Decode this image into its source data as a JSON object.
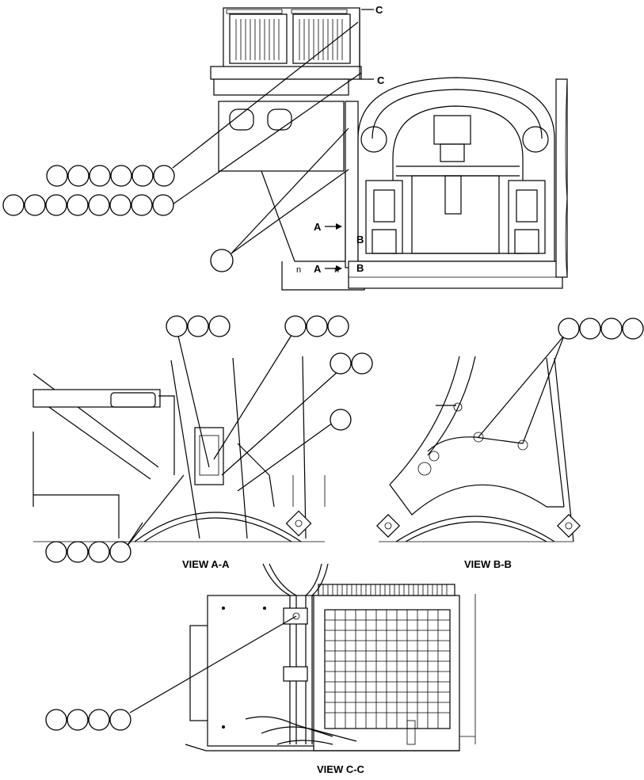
{
  "section_markers": {
    "c_top": "C",
    "c_mid": "C",
    "a_upper": "A",
    "a_lower": "A",
    "b_upper": "B",
    "b_lower": "B"
  },
  "view_labels": {
    "view_aa": "VIEW A-A",
    "view_bb": "VIEW B-B",
    "view_cc": "VIEW C-C"
  }
}
